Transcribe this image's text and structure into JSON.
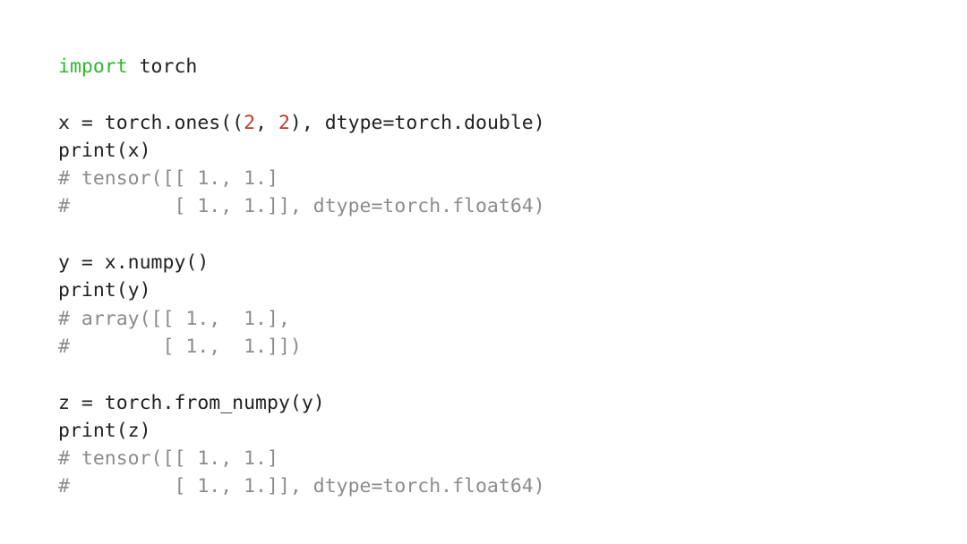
{
  "lines": [
    {
      "type": "code",
      "segments": [
        {
          "t": "kw",
          "text": "import"
        },
        {
          "t": "plain",
          "text": " torch"
        }
      ]
    },
    {
      "type": "blank"
    },
    {
      "type": "code",
      "segments": [
        {
          "t": "plain",
          "text": "x = torch.ones(("
        },
        {
          "t": "num",
          "text": "2"
        },
        {
          "t": "plain",
          "text": ", "
        },
        {
          "t": "num",
          "text": "2"
        },
        {
          "t": "plain",
          "text": "), dtype=torch.double)"
        }
      ]
    },
    {
      "type": "code",
      "segments": [
        {
          "t": "plain",
          "text": "print(x)"
        }
      ]
    },
    {
      "type": "comment",
      "text": "# tensor([[ 1., 1.]"
    },
    {
      "type": "comment",
      "text": "#         [ 1., 1.]], dtype=torch.float64)"
    },
    {
      "type": "blank"
    },
    {
      "type": "code",
      "segments": [
        {
          "t": "plain",
          "text": "y = x.numpy()"
        }
      ]
    },
    {
      "type": "code",
      "segments": [
        {
          "t": "plain",
          "text": "print(y)"
        }
      ]
    },
    {
      "type": "comment",
      "text": "# array([[ 1.,  1.],"
    },
    {
      "type": "comment",
      "text": "#        [ 1.,  1.]])"
    },
    {
      "type": "blank"
    },
    {
      "type": "code",
      "segments": [
        {
          "t": "plain",
          "text": "z = torch.from_numpy(y)"
        }
      ]
    },
    {
      "type": "code",
      "segments": [
        {
          "t": "plain",
          "text": "print(z)"
        }
      ]
    },
    {
      "type": "comment",
      "text": "# tensor([[ 1., 1.]"
    },
    {
      "type": "comment",
      "text": "#         [ 1., 1.]], dtype=torch.float64)"
    }
  ],
  "colors": {
    "keyword": "#2fb82f",
    "number": "#c0392b",
    "comment": "#8c8c8c",
    "text": "#222222",
    "background": "#ffffff"
  }
}
